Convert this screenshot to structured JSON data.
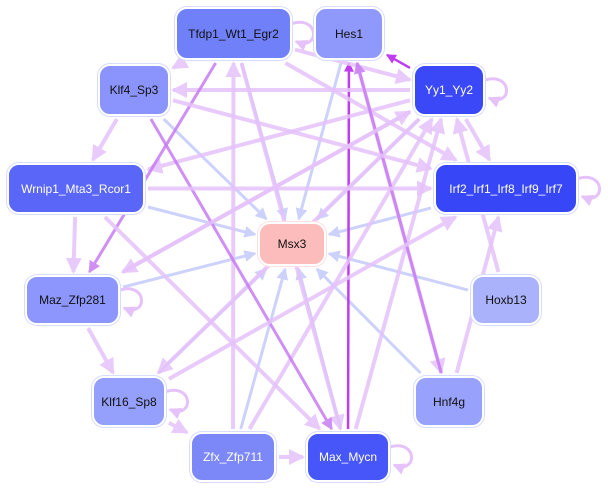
{
  "nodes": [
    {
      "id": "Tfdp1_Wt1_Egr2",
      "label": "Tfdp1_Wt1_Egr2",
      "color": "#7080f8",
      "dark": false
    },
    {
      "id": "Hes1",
      "label": "Hes1",
      "color": "#8f99fc",
      "dark": false
    },
    {
      "id": "Klf4_Sp3",
      "label": "Klf4_Sp3",
      "color": "#8a94fc",
      "dark": false
    },
    {
      "id": "Yy1_Yy2",
      "label": "Yy1_Yy2",
      "color": "#3a48f8",
      "dark": true
    },
    {
      "id": "Wrnip1_Mta3_Rcor1",
      "label": "Wrnip1_Mta3_Rcor1",
      "color": "#5a66f8",
      "dark": true
    },
    {
      "id": "Irf2_Irf1_Irf8_Irf9_Irf7",
      "label": "Irf2_Irf1_Irf8_Irf9_Irf7",
      "color": "#3747f8",
      "dark": true
    },
    {
      "id": "Msx3",
      "label": "Msx3",
      "color": "#fdbcbc",
      "dark": false
    },
    {
      "id": "Maz_Zfp281",
      "label": "Maz_Zfp281",
      "color": "#8c96fc",
      "dark": false
    },
    {
      "id": "Hoxb13",
      "label": "Hoxb13",
      "color": "#aab2fc",
      "dark": false
    },
    {
      "id": "Klf16_Sp8",
      "label": "Klf16_Sp8",
      "color": "#959ffc",
      "dark": false
    },
    {
      "id": "Hnf4g",
      "label": "Hnf4g",
      "color": "#98a1fc",
      "dark": false
    },
    {
      "id": "Zfx_Zfp711",
      "label": "Zfx_Zfp711",
      "color": "#7d88f8",
      "dark": true
    },
    {
      "id": "Max_Mycn",
      "label": "Max_Mycn",
      "color": "#4656f8",
      "dark": true
    }
  ],
  "edge_colors": {
    "activation": "#e6c2fb",
    "strong": "#c77cf4",
    "repression": "#c4cbfb",
    "key": "#c03cf2"
  },
  "edges": [
    [
      "Tfdp1_Wt1_Egr2",
      "Msx3",
      "repression"
    ],
    [
      "Hes1",
      "Msx3",
      "repression"
    ],
    [
      "Klf4_Sp3",
      "Msx3",
      "repression"
    ],
    [
      "Yy1_Yy2",
      "Msx3",
      "repression"
    ],
    [
      "Wrnip1_Mta3_Rcor1",
      "Msx3",
      "repression"
    ],
    [
      "Irf2_Irf1_Irf8_Irf9_Irf7",
      "Msx3",
      "repression"
    ],
    [
      "Maz_Zfp281",
      "Msx3",
      "repression"
    ],
    [
      "Hoxb13",
      "Msx3",
      "repression"
    ],
    [
      "Klf16_Sp8",
      "Msx3",
      "repression"
    ],
    [
      "Zfx_Zfp711",
      "Msx3",
      "repression"
    ],
    [
      "Max_Mycn",
      "Msx3",
      "repression"
    ],
    [
      "Hnf4g",
      "Msx3",
      "repression"
    ],
    [
      "Max_Mycn",
      "Hes1",
      "key"
    ],
    [
      "Yy1_Yy2",
      "Hes1",
      "key"
    ],
    [
      "Yy1_Yy2",
      "Klf4_Sp3",
      "activation"
    ],
    [
      "Yy1_Yy2",
      "Wrnip1_Mta3_Rcor1",
      "activation"
    ],
    [
      "Yy1_Yy2",
      "Irf2_Irf1_Irf8_Irf9_Irf7",
      "activation"
    ],
    [
      "Yy1_Yy2",
      "Maz_Zfp281",
      "activation"
    ],
    [
      "Yy1_Yy2",
      "Klf16_Sp8",
      "activation"
    ],
    [
      "Max_Mycn",
      "Yy1_Yy2",
      "activation"
    ],
    [
      "Zfx_Zfp711",
      "Yy1_Yy2",
      "activation"
    ],
    [
      "Tfdp1_Wt1_Egr2",
      "Yy1_Yy2",
      "activation"
    ],
    [
      "Tfdp1_Wt1_Egr2",
      "Klf4_Sp3",
      "activation"
    ],
    [
      "Tfdp1_Wt1_Egr2",
      "Irf2_Irf1_Irf8_Irf9_Irf7",
      "activation"
    ],
    [
      "Tfdp1_Wt1_Egr2",
      "Maz_Zfp281",
      "strong"
    ],
    [
      "Tfdp1_Wt1_Egr2",
      "Max_Mycn",
      "activation"
    ],
    [
      "Zfx_Zfp711",
      "Tfdp1_Wt1_Egr2",
      "activation"
    ],
    [
      "Hes1",
      "Hnf4g",
      "activation"
    ],
    [
      "Hnf4g",
      "Hes1",
      "strong"
    ],
    [
      "Klf4_Sp3",
      "Irf2_Irf1_Irf8_Irf9_Irf7",
      "activation"
    ],
    [
      "Klf4_Sp3",
      "Max_Mycn",
      "strong"
    ],
    [
      "Klf4_Sp3",
      "Wrnip1_Mta3_Rcor1",
      "activation"
    ],
    [
      "Wrnip1_Mta3_Rcor1",
      "Irf2_Irf1_Irf8_Irf9_Irf7",
      "activation"
    ],
    [
      "Wrnip1_Mta3_Rcor1",
      "Maz_Zfp281",
      "activation"
    ],
    [
      "Wrnip1_Mta3_Rcor1",
      "Max_Mycn",
      "activation"
    ],
    [
      "Maz_Zfp281",
      "Klf16_Sp8",
      "activation"
    ],
    [
      "Maz_Zfp281",
      "Yy1_Yy2",
      "activation"
    ],
    [
      "Klf16_Sp8",
      "Zfx_Zfp711",
      "activation"
    ],
    [
      "Zfx_Zfp711",
      "Max_Mycn",
      "activation"
    ],
    [
      "Hoxb13",
      "Yy1_Yy2",
      "activation"
    ],
    [
      "Klf16_Sp8",
      "Irf2_Irf1_Irf8_Irf9_Irf7",
      "activation"
    ],
    [
      "Hnf4g",
      "Irf2_Irf1_Irf8_Irf9_Irf7",
      "activation"
    ]
  ],
  "self_loops": [
    "Tfdp1_Wt1_Egr2",
    "Yy1_Yy2",
    "Irf2_Irf1_Irf8_Irf9_Irf7",
    "Maz_Zfp281",
    "Klf16_Sp8",
    "Max_Mycn"
  ]
}
